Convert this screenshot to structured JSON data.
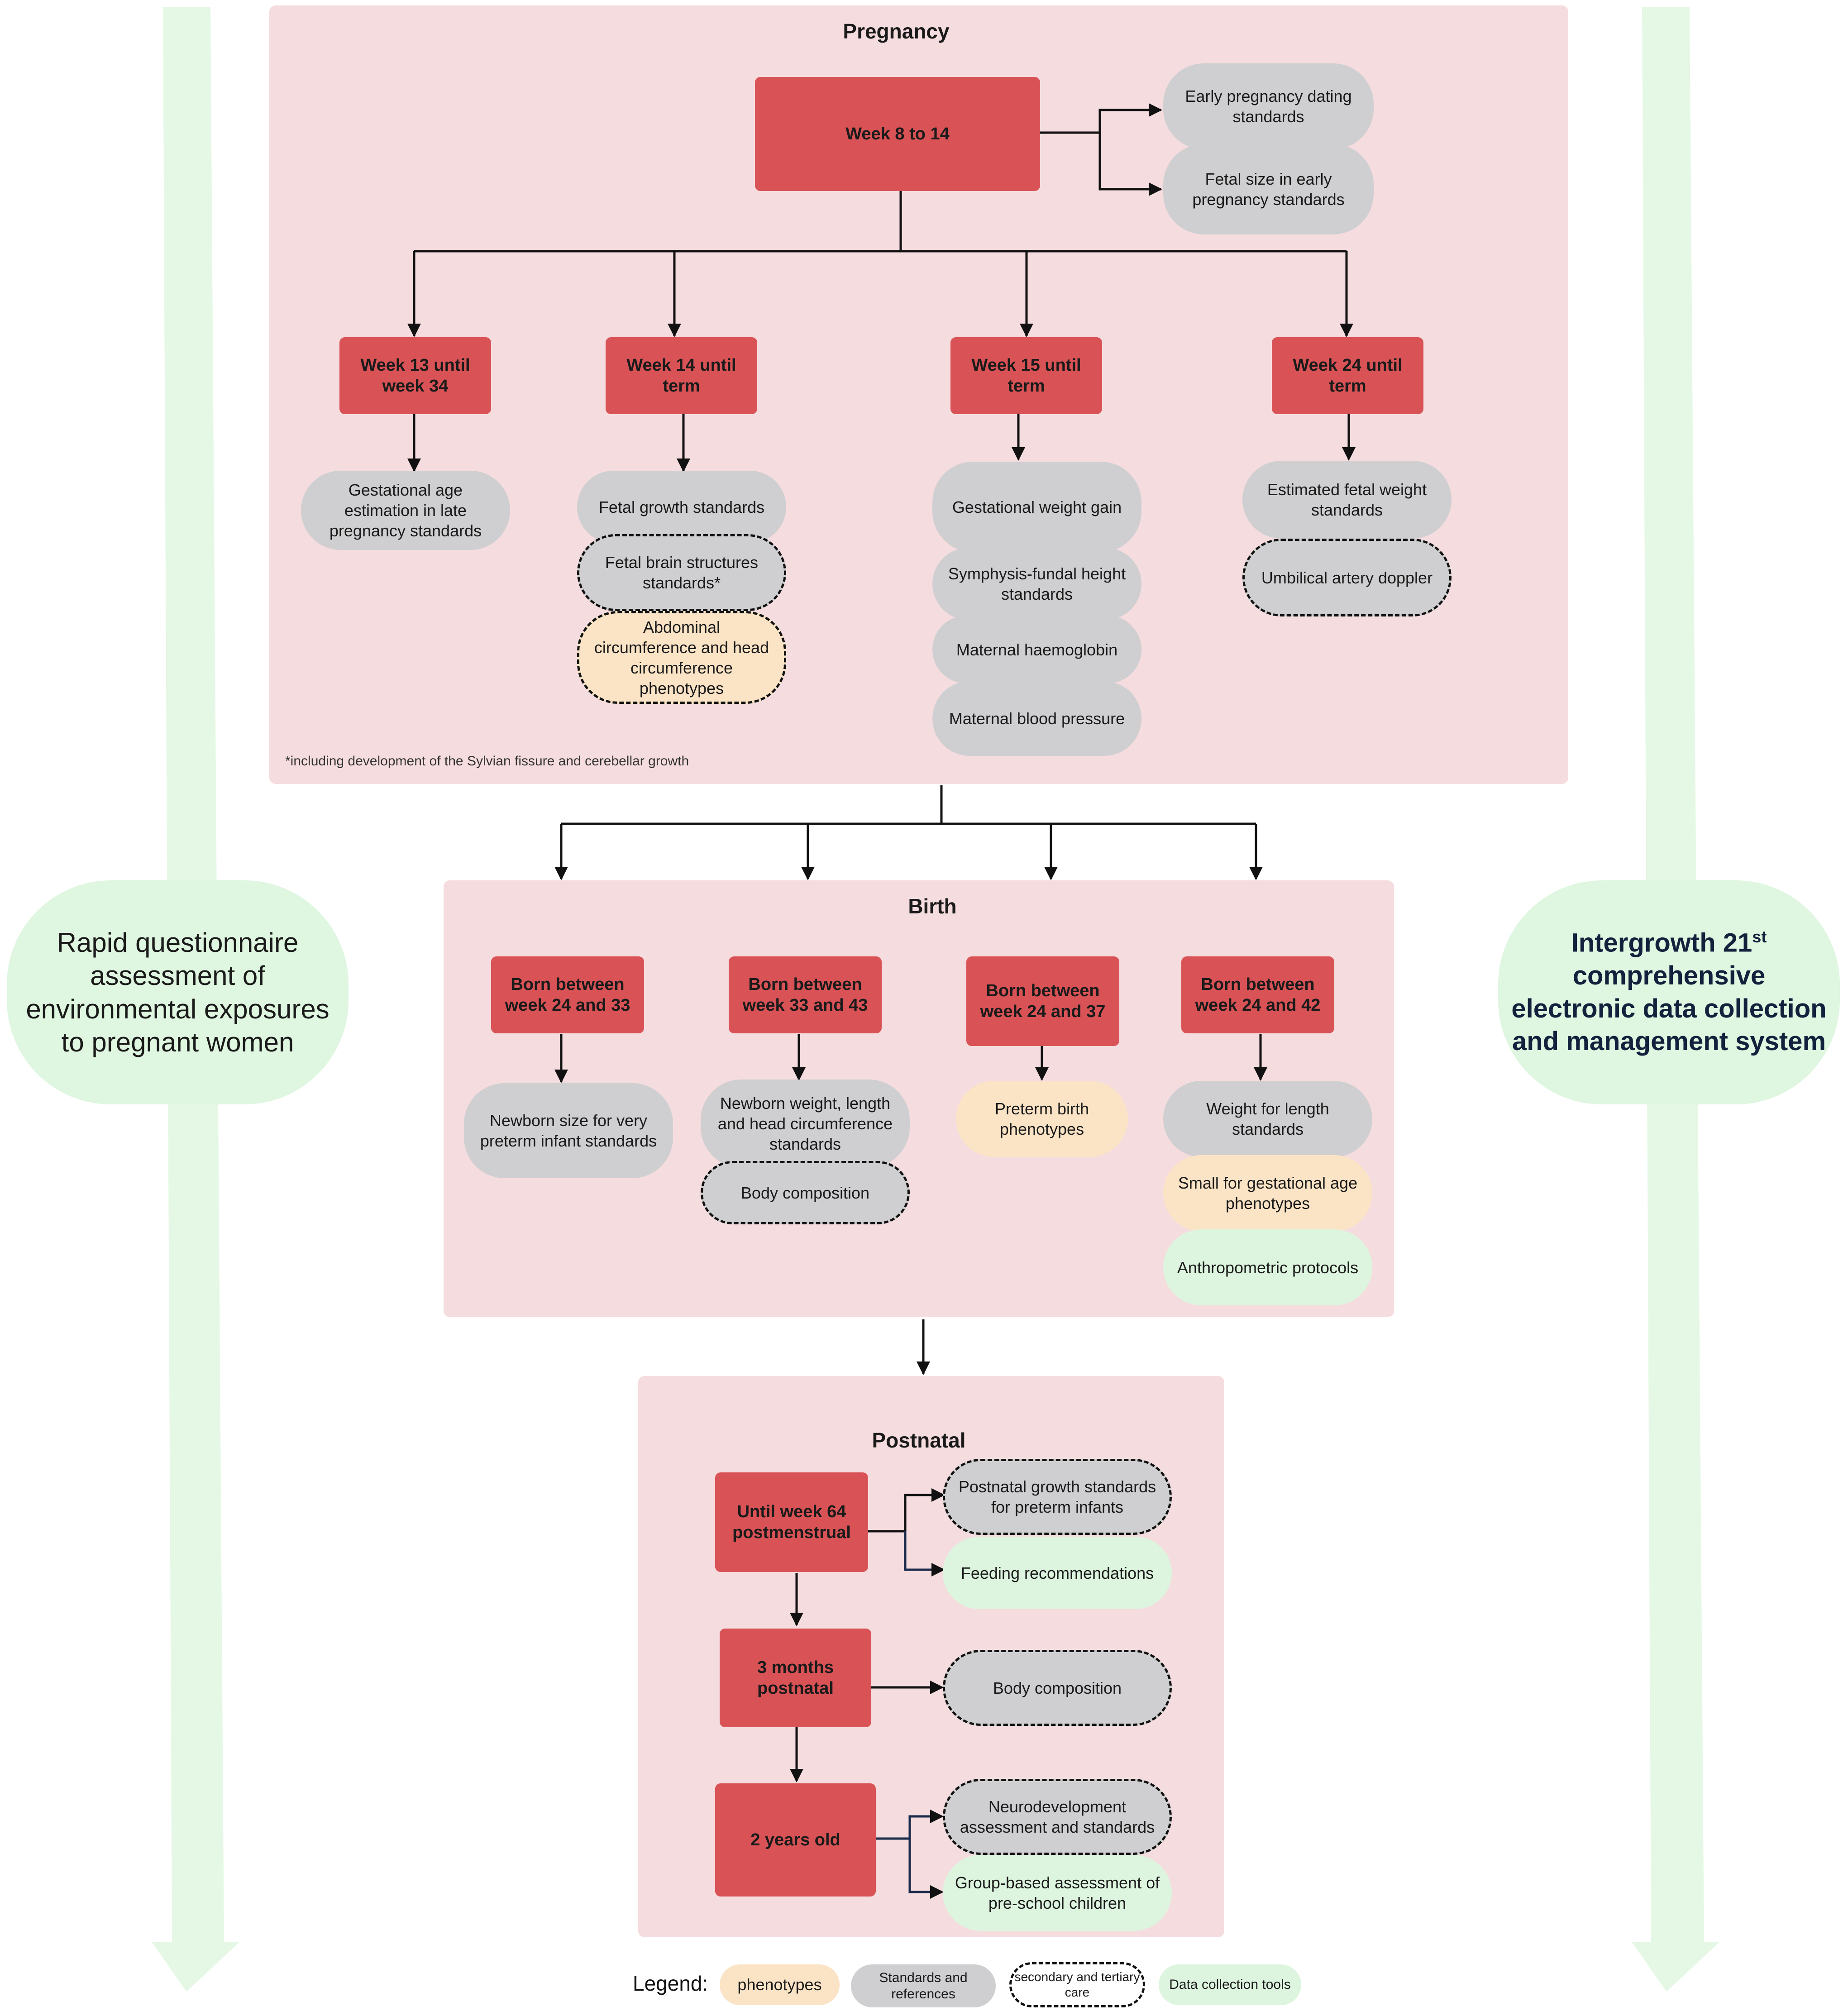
{
  "pregnancy": {
    "title": "Pregnancy",
    "root": "Week 8 to 14",
    "early": [
      "Early pregnancy dating standards",
      "Fetal size in early pregnancy standards"
    ],
    "col1": {
      "head": "Week 13 until week 34",
      "items": [
        "Gestational age estimation in late pregnancy standards"
      ]
    },
    "col2": {
      "head": "Week 14 until term",
      "items": [
        "Fetal growth standards",
        "Fetal brain structures standards*",
        "Abdominal circumference and head circumference phenotypes"
      ]
    },
    "col3": {
      "head": "Week 15 until term",
      "items": [
        "Gestational weight gain",
        "Symphysis-fundal height standards",
        "Maternal haemoglobin",
        "Maternal blood pressure"
      ]
    },
    "col4": {
      "head": "Week 24 until term",
      "items": [
        "Estimated fetal weight standards",
        "Umbilical artery doppler"
      ]
    },
    "footnote": "*including development of the Sylvian fissure and cerebellar growth"
  },
  "birth": {
    "title": "Birth",
    "col1": {
      "head": "Born between week 24 and 33",
      "items": [
        "Newborn size for very preterm infant standards"
      ]
    },
    "col2": {
      "head": "Born between week 33 and 43",
      "items": [
        "Newborn weight, length and head circumference standards",
        "Body composition"
      ]
    },
    "col3": {
      "head": "Born between week 24 and 37",
      "items": [
        "Preterm birth phenotypes"
      ]
    },
    "col4": {
      "head": "Born between week 24 and 42",
      "items": [
        "Weight for length standards",
        "Small for gestational age phenotypes",
        "Anthropometric protocols"
      ]
    }
  },
  "postnatal": {
    "title": "Postnatal",
    "s1": {
      "head": "Until week 64 postmenstrual",
      "items": [
        "Postnatal growth standards for preterm infants",
        "Feeding recommendations"
      ]
    },
    "s2": {
      "head": "3 months postnatal",
      "items": [
        "Body composition"
      ]
    },
    "s3": {
      "head": "2 years old",
      "items": [
        "Neurodevelopment assessment and standards",
        "Group-based assessment of pre-school children"
      ]
    }
  },
  "left_side": "Rapid questionnaire assessment of environmental exposures to pregnant women",
  "right_side": {
    "prefix": "Intergrowth 21",
    "sup": "st",
    "rest": "comprehensive electronic data collection and management system"
  },
  "legend": {
    "label": "Legend:",
    "phenotypes": "phenotypes",
    "standards": "Standards and references",
    "secondary": "secondary and tertiary care",
    "tools": "Data collection tools"
  },
  "colors": {
    "panel": "#f5dcde",
    "stage_red": "#d95356",
    "standards_gray": "#cfcfd1",
    "phenotype_yellow": "#fbe4c6",
    "tools_green": "#ddf5df",
    "side_arrow_green": "#e4f8e5"
  }
}
